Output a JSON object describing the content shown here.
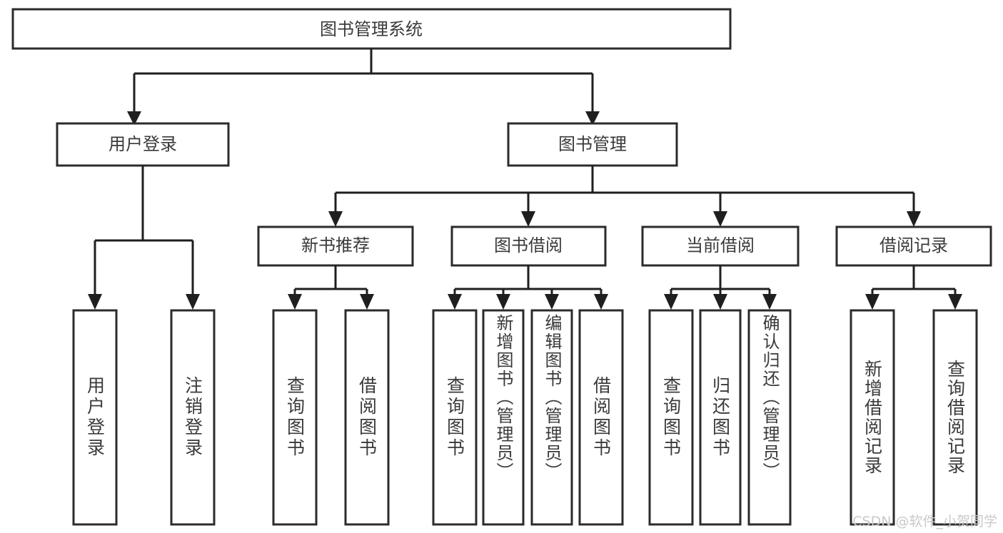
{
  "diagram": {
    "title": "图书管理系统",
    "type": "tree",
    "watermark": "CSDN @软件_小贺同学",
    "colors": {
      "box_stroke": "#2b2b2b",
      "connector": "#1f1f1f",
      "text": "#3a3a3a",
      "background": "#ffffff",
      "watermark": "#c9c9c9"
    }
  },
  "nodes": {
    "root": {
      "label": "图书管理系统",
      "level": 1,
      "orientation": "horizontal"
    },
    "level2": [
      {
        "id": "user-login",
        "label": "用户登录",
        "orientation": "horizontal"
      },
      {
        "id": "book-management",
        "label": "图书管理",
        "orientation": "horizontal"
      }
    ],
    "level3": [
      {
        "id": "new-book-recommend",
        "label": "新书推荐",
        "orientation": "horizontal",
        "parent": "book-management"
      },
      {
        "id": "book-borrow",
        "label": "图书借阅",
        "orientation": "horizontal",
        "parent": "book-management"
      },
      {
        "id": "current-borrow",
        "label": "当前借阅",
        "orientation": "horizontal",
        "parent": "book-management"
      },
      {
        "id": "borrow-record",
        "label": "借阅记录",
        "orientation": "horizontal",
        "parent": "book-management"
      }
    ],
    "leaves": [
      {
        "id": "leaf-user-login",
        "label": "用户登录",
        "orientation": "vertical",
        "parent": "user-login"
      },
      {
        "id": "leaf-logout-login",
        "label": "注销登录",
        "orientation": "vertical",
        "parent": "user-login"
      },
      {
        "id": "leaf-query-book-1",
        "label": "查询图书",
        "orientation": "vertical",
        "parent": "new-book-recommend"
      },
      {
        "id": "leaf-borrow-book-1",
        "label": "借阅图书",
        "orientation": "vertical",
        "parent": "new-book-recommend"
      },
      {
        "id": "leaf-query-book-2",
        "label": "查询图书",
        "orientation": "vertical",
        "parent": "book-borrow"
      },
      {
        "id": "leaf-add-book",
        "label": "新增图书（管理员）",
        "orientation": "vertical",
        "parent": "book-borrow"
      },
      {
        "id": "leaf-edit-book",
        "label": "编辑图书（管理员）",
        "orientation": "vertical",
        "parent": "book-borrow"
      },
      {
        "id": "leaf-borrow-book-2",
        "label": "借阅图书",
        "orientation": "vertical",
        "parent": "book-borrow"
      },
      {
        "id": "leaf-query-book-3",
        "label": "查询图书",
        "orientation": "vertical",
        "parent": "current-borrow"
      },
      {
        "id": "leaf-return-book",
        "label": "归还图书",
        "orientation": "vertical",
        "parent": "current-borrow"
      },
      {
        "id": "leaf-confirm-return",
        "label": "确认归还（管理员）",
        "orientation": "vertical",
        "parent": "current-borrow"
      },
      {
        "id": "leaf-add-record",
        "label": "新增借阅记录",
        "orientation": "vertical",
        "parent": "borrow-record"
      },
      {
        "id": "leaf-query-record",
        "label": "查询借阅记录",
        "orientation": "vertical",
        "parent": "borrow-record"
      }
    ]
  }
}
